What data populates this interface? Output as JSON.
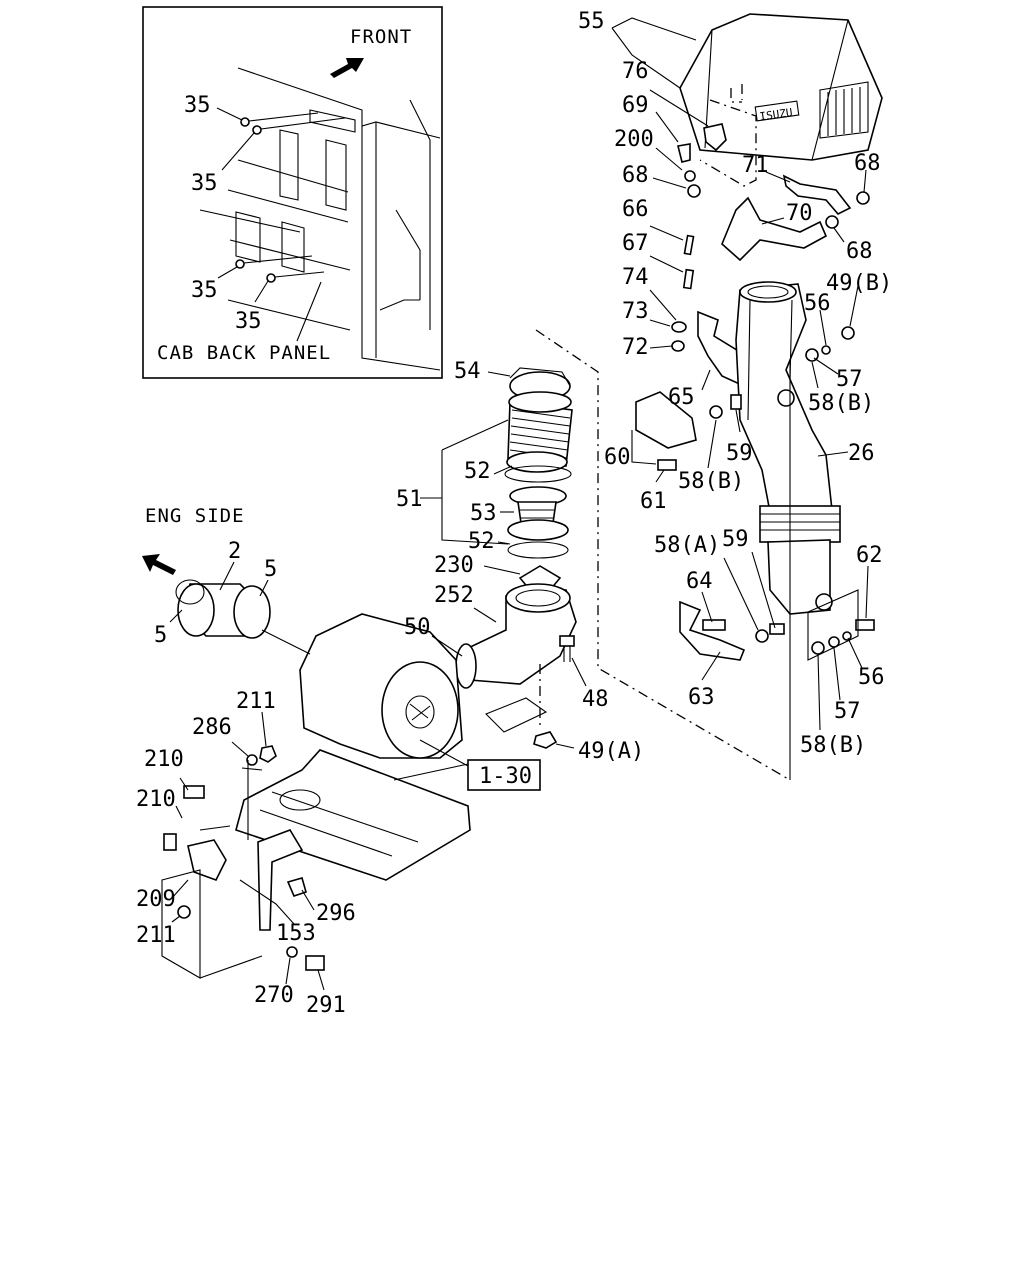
{
  "inset": {
    "front_label": "FRONT",
    "cab_back_panel_label": "CAB BACK PANEL",
    "callouts": [
      "35",
      "35",
      "35",
      "35"
    ]
  },
  "eng_side_label": "ENG SIDE",
  "assembly_ref": "1-30",
  "decal_text": "ISUZU",
  "callouts": {
    "c55": "55",
    "c76": "76",
    "c69": "69",
    "c200": "200",
    "c68a": "68",
    "c66": "66",
    "c67": "67",
    "c74": "74",
    "c73": "73",
    "c72": "72",
    "c71": "71",
    "c70": "70",
    "c68b": "68",
    "c68c": "68",
    "c49b": "49(B)",
    "c56a": "56",
    "c57a": "57",
    "c58b1": "58(B)",
    "c65": "65",
    "c59a": "59",
    "c26": "26",
    "c60": "60",
    "c61": "61",
    "c58b2": "58(B)",
    "c54": "54",
    "c52a": "52",
    "c51": "51",
    "c53": "53",
    "c52b": "52",
    "c230": "230",
    "c252": "252",
    "c50": "50",
    "c48": "48",
    "c49a": "49(A)",
    "c2": "2",
    "c5a": "5",
    "c5b": "5",
    "c58a": "58(A)",
    "c59b": "59",
    "c62": "62",
    "c64": "64",
    "c63": "63",
    "c56b": "56",
    "c57b": "57",
    "c58b3": "58(B)",
    "c211a": "211",
    "c286": "286",
    "c210a": "210",
    "c210b": "210",
    "c209": "209",
    "c211b": "211",
    "c296": "296",
    "c153": "153",
    "c270": "270",
    "c291": "291"
  }
}
